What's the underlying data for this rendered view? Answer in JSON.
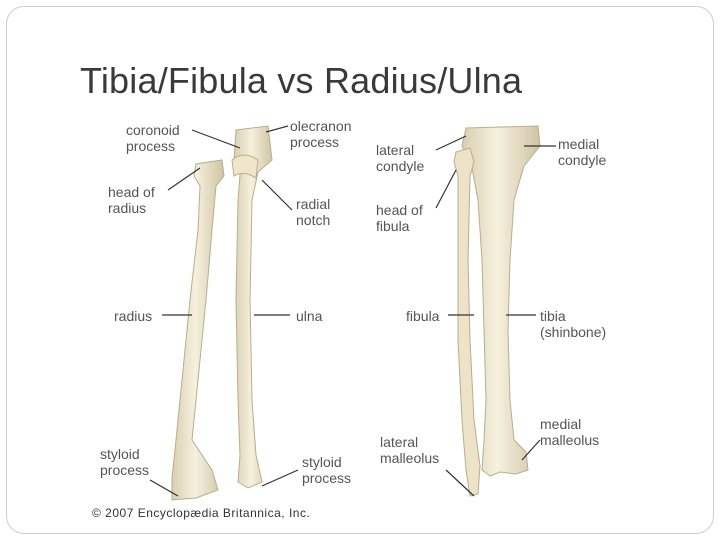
{
  "slide": {
    "title": "Tibia/Fibula vs Radius/Ulna"
  },
  "figure": {
    "labels": {
      "coronoid_process": "coronoid\nprocess",
      "olecranon_process": "olecranon\nprocess",
      "head_of_radius": "head of\nradius",
      "radial_notch": "radial\nnotch",
      "radius": "radius",
      "ulna": "ulna",
      "styloid_process_radius": "styloid\nprocess",
      "styloid_process_ulna": "styloid\nprocess",
      "lateral_condyle": "lateral\ncondyle",
      "medial_condyle": "medial\ncondyle",
      "head_of_fibula": "head of\nfibula",
      "fibula": "fibula",
      "tibia": "tibia\n(shinbone)",
      "lateral_malleolus": "lateral\nmalleolus",
      "medial_malleolus": "medial\nmalleolus"
    },
    "copyright": "© 2007 Encyclopædia Britannica, Inc."
  }
}
